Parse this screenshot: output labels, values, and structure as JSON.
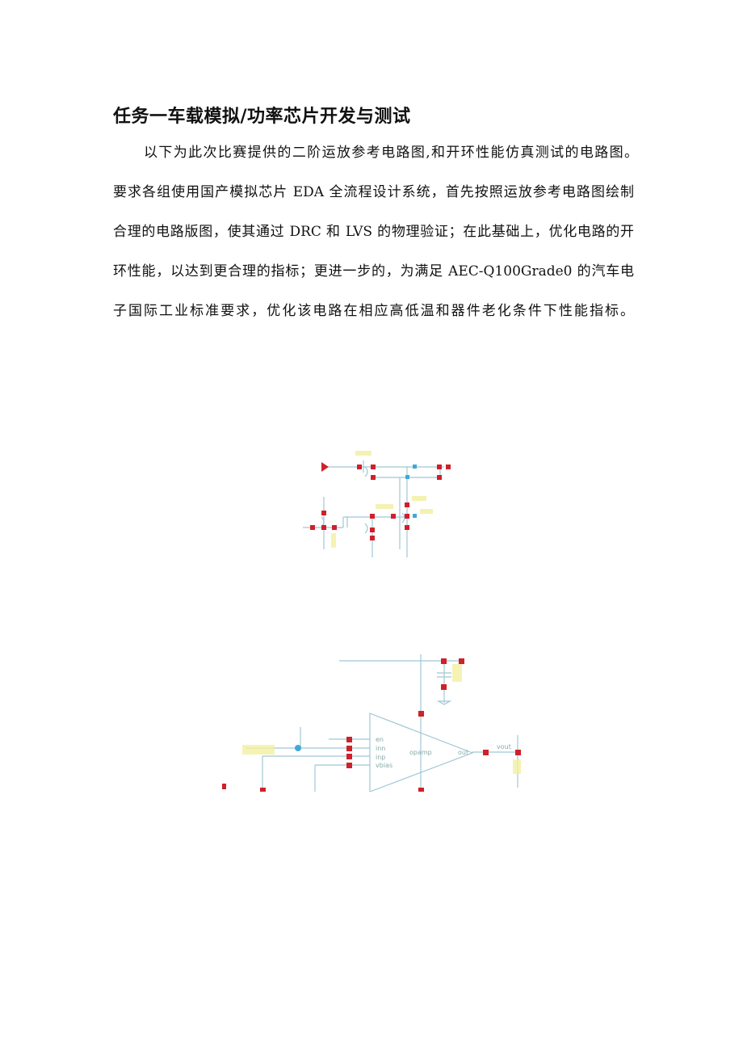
{
  "title": "任务一车载模拟/功率芯片开发与测试",
  "paragraph": [
    "以下为此次比赛提供的二阶运放参考电路图,和开环性能仿真测试的电路图。",
    "要求各组使用国产模拟芯片 EDA 全流程设计系统，首先按照运放参考电路图绘制",
    "合理的电路版图，使其通过 DRC 和 LVS 的物理验证；在此基础上，优化电路的开",
    "环性能，以达到更合理的指标；更进一步的，为满足 AEC-Q100Grade0 的汽车电",
    "子国际工业标准要求，优化该电路在相应高低温和器件老化条件下性能指标。"
  ],
  "schematic_test": {
    "pins": [
      "en",
      "inn",
      "inp",
      "vbias"
    ],
    "block": "opamp",
    "output_pin": "out",
    "output_net": "vout"
  },
  "colors": {
    "wire": "#9fc7d6",
    "pin": "#d0202a",
    "node": "#3fa9d8",
    "label": "#f2f0a0"
  }
}
